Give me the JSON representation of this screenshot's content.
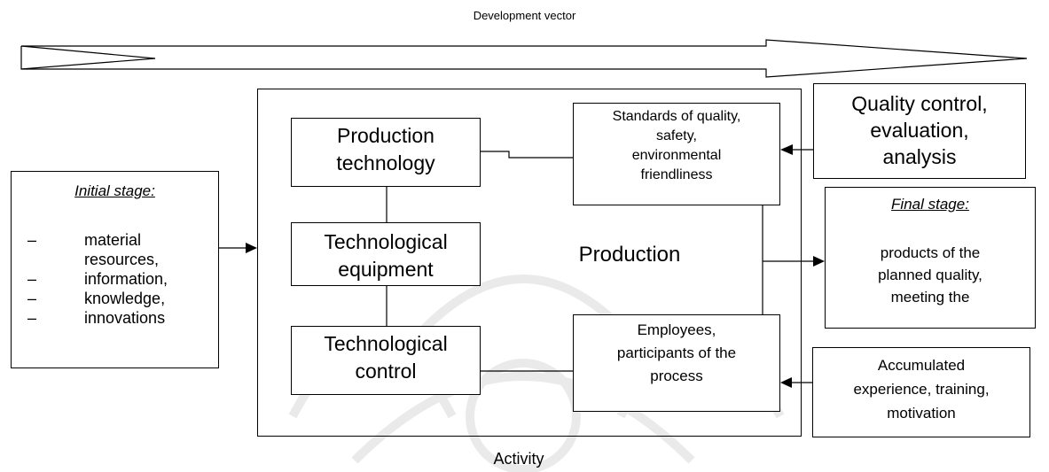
{
  "diagram": {
    "top_label": "Development vector",
    "bottom_label": "Activity",
    "center_label": "Production",
    "initial_stage": {
      "title": "Initial stage:",
      "items": [
        {
          "dash": "–",
          "text": "material"
        },
        {
          "dash": "",
          "text": "resources,"
        },
        {
          "dash": "–",
          "text": "information,"
        },
        {
          "dash": "–",
          "text": "knowledge,"
        },
        {
          "dash": "–",
          "text": "innovations"
        }
      ]
    },
    "production_technology": {
      "line1": "Production",
      "line2": "technology"
    },
    "technological_equipment": {
      "line1": "Technological",
      "line2": "equipment"
    },
    "technological_control": {
      "line1": "Technological",
      "line2": "control"
    },
    "standards": {
      "line1": "Standards of quality,",
      "line2": "safety,",
      "line3": "environmental",
      "line4": "friendliness"
    },
    "employees": {
      "line1": "Employees,",
      "line2": "participants of the",
      "line3": "process"
    },
    "quality_control": {
      "line1": "Quality control,",
      "line2": "evaluation,",
      "line3": "analysis"
    },
    "final_stage": {
      "title": "Final stage:",
      "line1": "products of the",
      "line2": "planned quality,",
      "line3": "meeting the"
    },
    "accumulated": {
      "line1": "Accumulated",
      "line2": "experience, training,",
      "line3": "motivation"
    }
  }
}
